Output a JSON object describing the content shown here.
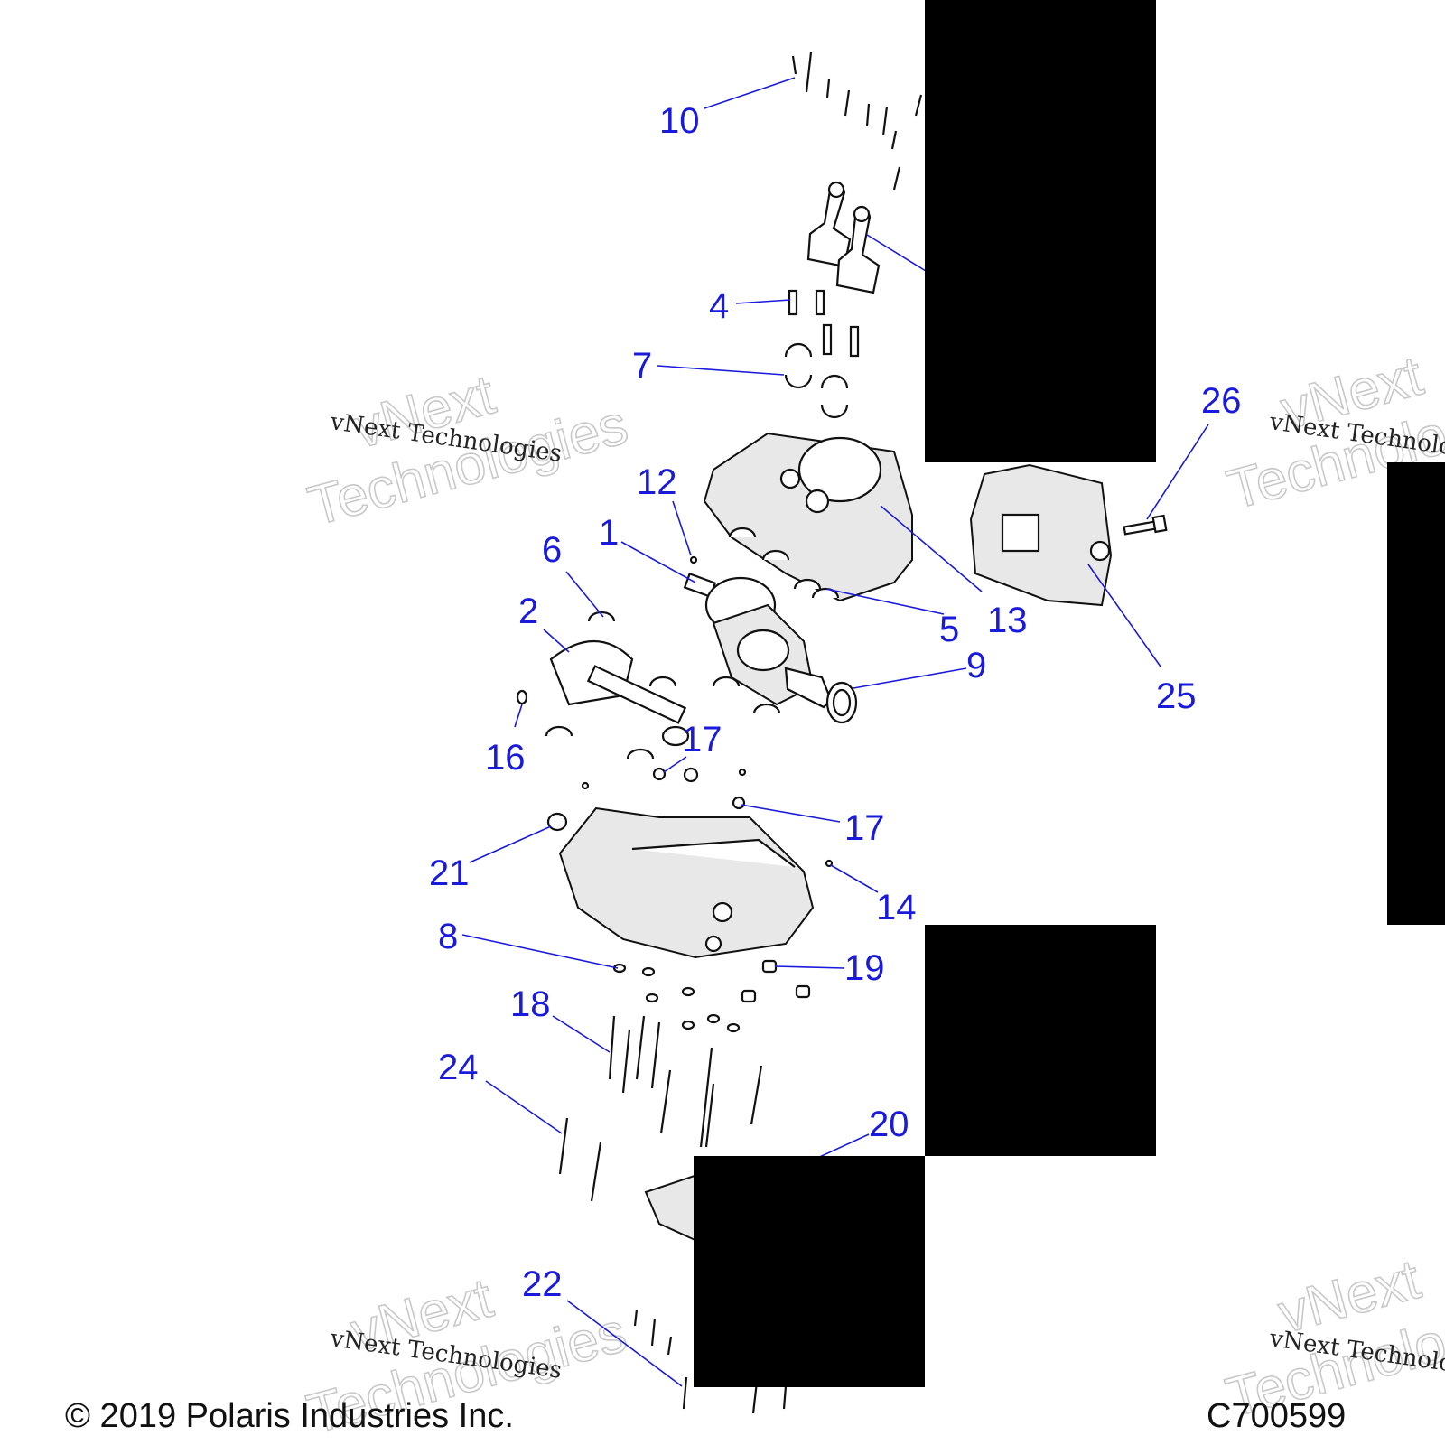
{
  "callouts": [
    {
      "id": "10",
      "label": "10"
    },
    {
      "id": "4",
      "label": "4"
    },
    {
      "id": "7",
      "label": "7"
    },
    {
      "id": "26",
      "label": "26"
    },
    {
      "id": "12",
      "label": "12"
    },
    {
      "id": "1",
      "label": "1"
    },
    {
      "id": "6",
      "label": "6"
    },
    {
      "id": "2",
      "label": "2"
    },
    {
      "id": "5",
      "label": "5"
    },
    {
      "id": "13",
      "label": "13"
    },
    {
      "id": "9",
      "label": "9"
    },
    {
      "id": "25",
      "label": "25"
    },
    {
      "id": "17a",
      "label": "17"
    },
    {
      "id": "16",
      "label": "16"
    },
    {
      "id": "17b",
      "label": "17"
    },
    {
      "id": "21",
      "label": "21"
    },
    {
      "id": "14",
      "label": "14"
    },
    {
      "id": "8",
      "label": "8"
    },
    {
      "id": "19",
      "label": "19"
    },
    {
      "id": "18",
      "label": "18"
    },
    {
      "id": "24",
      "label": "24"
    },
    {
      "id": "20",
      "label": "20"
    },
    {
      "id": "22",
      "label": "22"
    }
  ],
  "watermark": {
    "small": "vNext Technologies",
    "big_line1": "vNext",
    "big_line2": "Technologies"
  },
  "footer": {
    "copyright": "© 2019 Polaris Industries Inc.",
    "code": "C700599"
  },
  "colors": {
    "callout": "#1a1adb",
    "line_art": "#111111",
    "redaction": "#000000"
  }
}
